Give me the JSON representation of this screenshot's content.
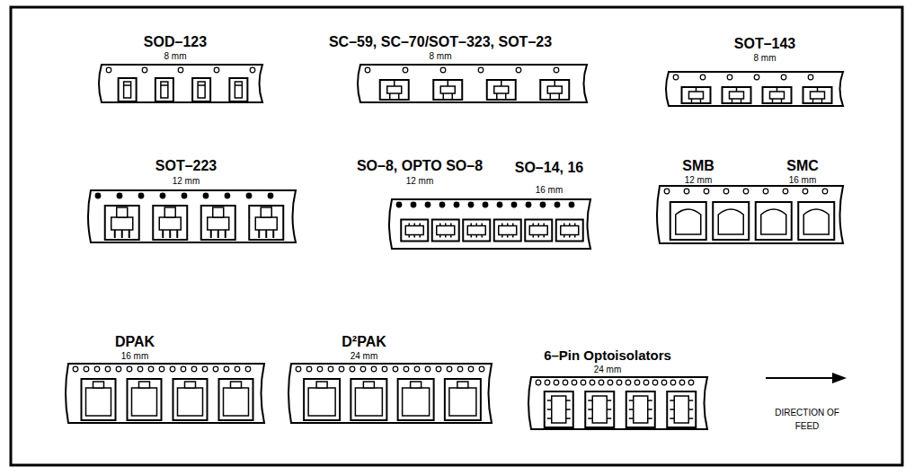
{
  "diagram": {
    "labels": [
      "SOD–123",
      "8 mm",
      "SC–59, SC–70/SOT–323, SOT–23",
      "8 mm",
      "SOT–143",
      "8 mm",
      "SOT–223",
      "12 mm",
      "SO–8, OPTO SO–8",
      "12 mm",
      "SO–14, 16",
      "16 mm",
      "SMB",
      "12 mm",
      "SMC",
      "16 mm",
      "DPAK",
      "16 mm",
      "D²PAK",
      "24 mm",
      "6–Pin Optoisolators",
      "24 mm",
      "DIRECTION OF FEED"
    ]
  }
}
